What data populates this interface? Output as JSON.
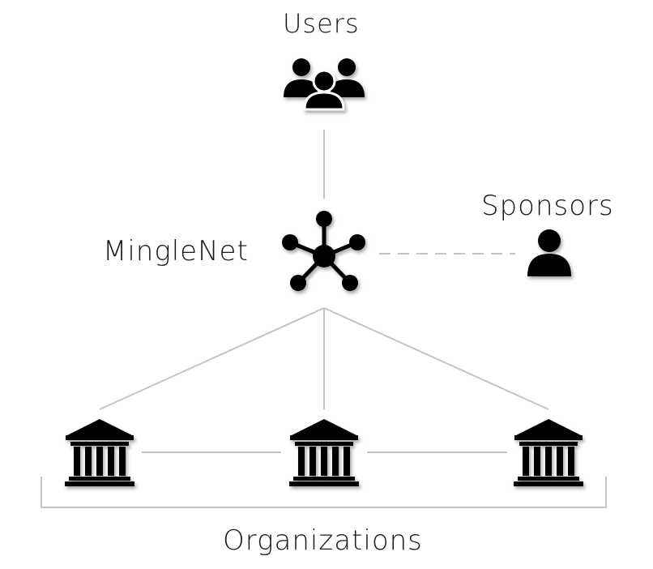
{
  "labels": {
    "users": "Users",
    "minglenet": "MingleNet",
    "sponsors": "Sponsors",
    "organizations": "Organizations"
  },
  "icons": {
    "users": "users-group-icon",
    "minglenet": "network-hub-icon",
    "sponsor": "user-icon",
    "organization": "institution-building-icon"
  },
  "colors": {
    "icon": "#000000",
    "line": "#c4c4c4",
    "text": "#1a1a1a"
  }
}
